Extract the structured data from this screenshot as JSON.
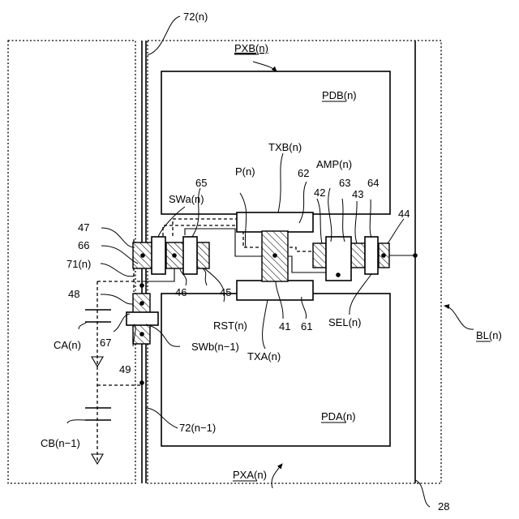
{
  "figure": {
    "type": "patent-circuit-layout",
    "labels": {
      "wire_72n": "72(n)",
      "wire_72n1": "72(n−1)",
      "pxb": "PXB",
      "pxb_suffix": "(n)",
      "pxa": "PXA",
      "pxa_suffix": "(n)",
      "pdb": "PDB",
      "pdb_suffix": "(n)",
      "pda": "PDA",
      "pda_suffix": "(n)",
      "bl": "BL",
      "bl_suffix": "(n)",
      "txb": "TXB(n)",
      "txa": "TXA(n)",
      "pn": "P(n)",
      "amp": "AMP(n)",
      "sel": "SEL(n)",
      "rst": "RST(n)",
      "swa": "SWa(n)",
      "swb": "SWb(n−1)",
      "ca": "CA(n)",
      "cb": "CB(n−1)",
      "wire_71n": "71(n)",
      "ref_28": "28",
      "ref_41": "41",
      "ref_42": "42",
      "ref_43": "43",
      "ref_44": "44",
      "ref_45": "45",
      "ref_46": "46",
      "ref_47": "47",
      "ref_48": "48",
      "ref_49": "49",
      "ref_61": "61",
      "ref_62": "62",
      "ref_63": "63",
      "ref_64": "64",
      "ref_65": "65",
      "ref_66": "66",
      "ref_67": "67"
    }
  }
}
